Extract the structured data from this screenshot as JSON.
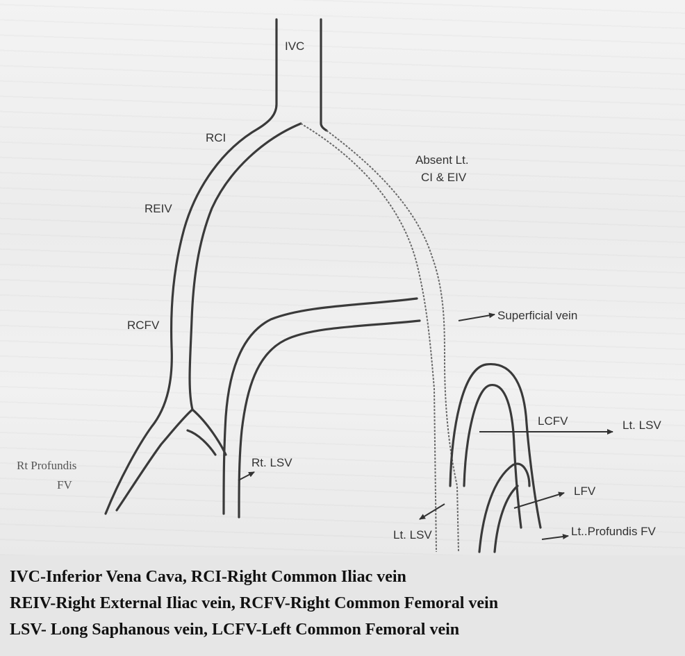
{
  "labels": {
    "ivc": "IVC",
    "rci": "RCI",
    "reiv": "REIV",
    "rcfv": "RCFV",
    "absent_line1": "Absent Lt.",
    "absent_line2": "CI & EIV",
    "superficial": "Superficial vein",
    "lcfv": "LCFV",
    "lt_lsv_right": "Lt. LSV",
    "rt_profundis_line1": "Rt Profundis",
    "rt_profundis_line2": "FV",
    "rt_lsv": "Rt. LSV",
    "lfv": "LFV",
    "lt_lsv_bottom": "Lt. LSV",
    "lt_profundis": "Lt..Profundis FV"
  },
  "legend": {
    "line1": "IVC-Inferior Vena Cava, RCI-Right Common Iliac vein",
    "line2": "REIV-Right External Iliac vein, RCFV-Right Common Femoral vein",
    "line3": "LSV-   Long  Saphanous vein, LCFV-Left Common Femoral vein"
  }
}
